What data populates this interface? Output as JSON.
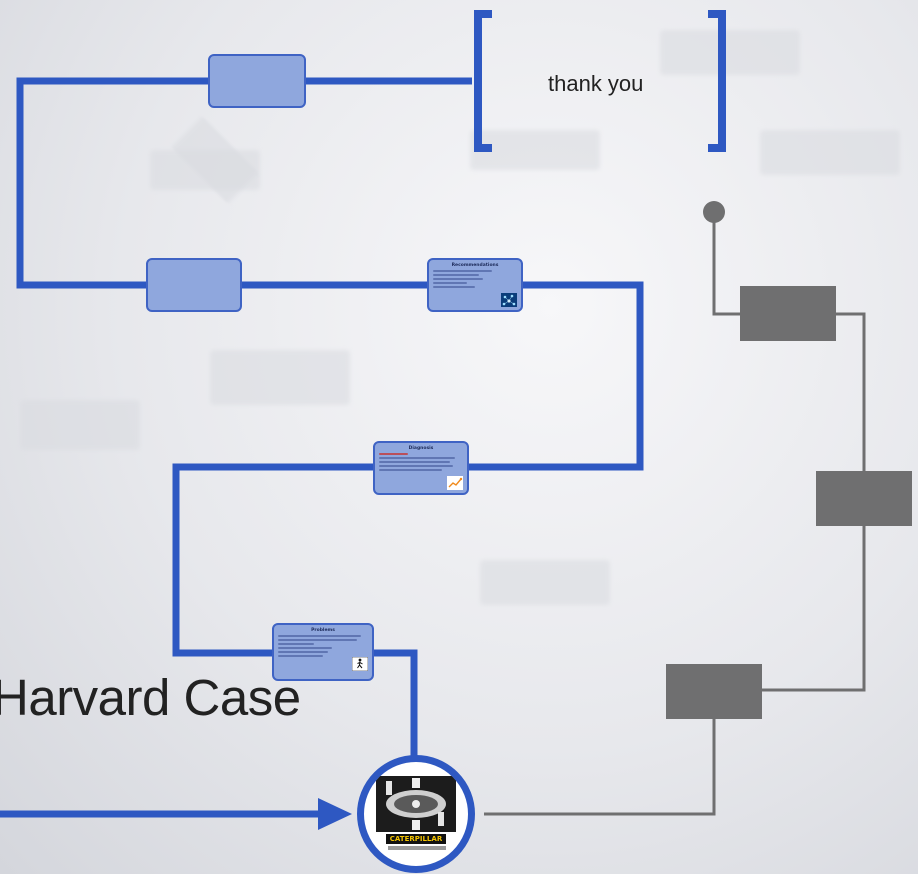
{
  "colors": {
    "path_blue": "#2e58c2",
    "box_fill": "#8fa7dd",
    "gray_path": "#6f6f70"
  },
  "end_frame": {
    "label": "thank you"
  },
  "title": {
    "text": "Harvard Case"
  },
  "slides": {
    "recommendations": {
      "title": "Recommendations",
      "icon": "network-image-icon"
    },
    "diagnosis": {
      "title": "Diagnosis",
      "icon": "chart-image-icon"
    },
    "problems": {
      "title": "Problems",
      "icon": "person-walking-icon"
    }
  },
  "start_node": {
    "logo_text": "CATERPILLAR",
    "icon": "caterpillar-photo"
  }
}
